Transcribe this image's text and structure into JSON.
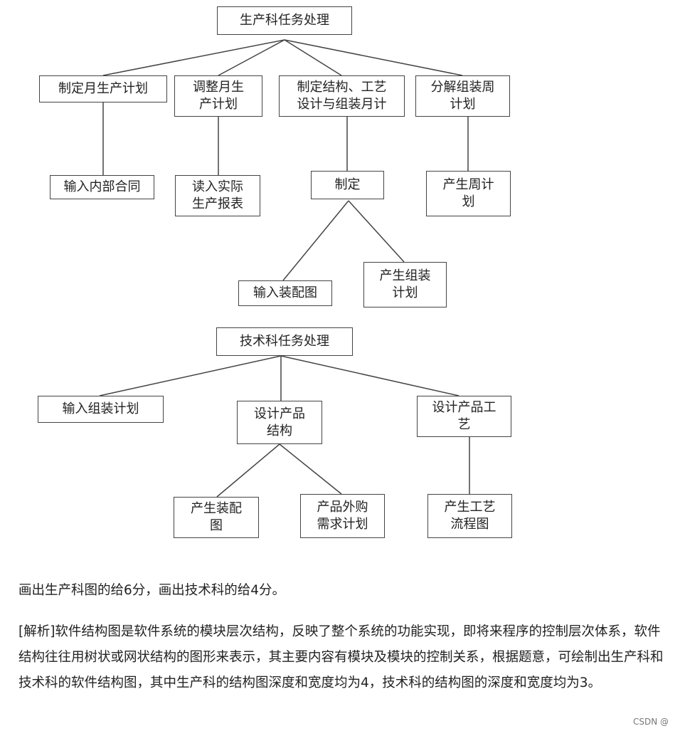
{
  "diagram1": {
    "root": "生产科任务处理",
    "children": [
      "制定月生产计划",
      "调整月生\n产计划",
      "制定结构、工艺\n设计与组装月计",
      "分解组装周\n计划"
    ],
    "grandchildren": [
      "输入内部合同",
      "读入实际\n生产报表",
      "制定",
      "产生周计\n划"
    ],
    "sub_children": [
      "输入装配图",
      "产生组装\n计划"
    ]
  },
  "diagram2": {
    "root": "技术科任务处理",
    "children": [
      "输入组装计划",
      "设计产品\n结构",
      "设计产品工\n艺"
    ],
    "grandchildren": [
      "产生装配\n图",
      "产品外购\n需求计划",
      "产生工艺\n流程图"
    ]
  },
  "text": {
    "scoring": "画出生产科图的给6分，画出技术科的给4分。",
    "analysis": "[解析]软件结构图是软件系统的模块层次结构，反映了整个系统的功能实现，即将来程序的控制层次体系，软件结构往往用树状或网状结构的图形来表示，其主要内容有模块及模块的控制关系，根据题意，可绘制出生产科和技术科的软件结构图，其中生产科的结构图深度和宽度均为4，技术科的结构图的深度和宽度均为3。"
  },
  "watermark": "CSDN @"
}
